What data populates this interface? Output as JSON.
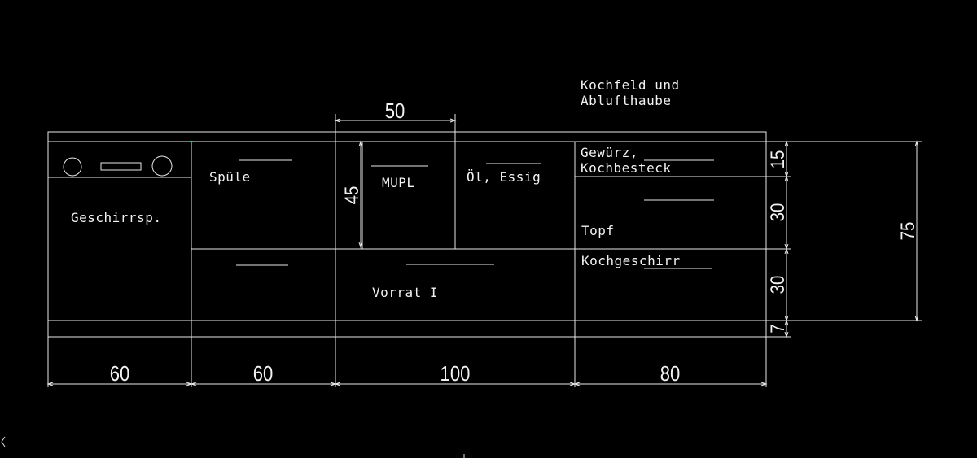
{
  "annotations": {
    "hob": [
      "Kochfeld und",
      "Ablufthaube"
    ],
    "dishwasher": "Geschirrsp.",
    "sink": "Spüle",
    "microwave": "MUPL",
    "oil": "Öl, Essig",
    "spice": [
      "Gewürz,",
      "Kochbesteck"
    ],
    "pot": "Topf",
    "cookware": "Kochgeschirr",
    "pantry": "Vorrat I"
  },
  "dimensions": {
    "width_1": "60",
    "width_2": "60",
    "width_3": "100",
    "width_4": "80",
    "microwave_width": "50",
    "microwave_height": "45",
    "drawer_1": "15",
    "drawer_2": "30",
    "drawer_3": "30",
    "plinth": "7",
    "total_height": "75"
  },
  "colors": {
    "background": "#000000",
    "line": "#e8e8e8",
    "text": "#f2f2f2"
  }
}
